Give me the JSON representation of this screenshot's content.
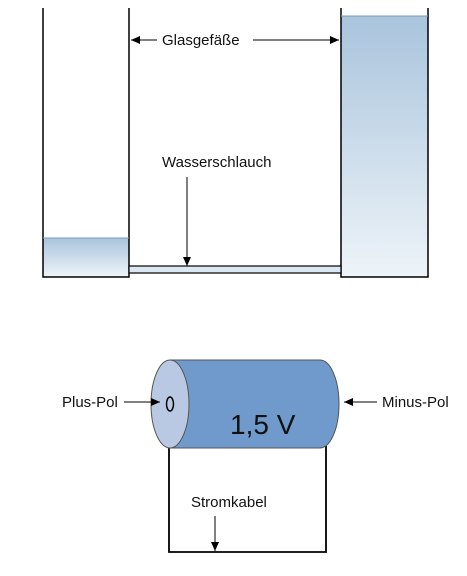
{
  "labels": {
    "glass_vessels": "Glasgefäße",
    "water_hose": "Wasserschlauch",
    "plus_pole": "Plus-Pol",
    "minus_pole": "Minus-Pol",
    "voltage": "1,5 V",
    "power_cable": "Stromkabel"
  },
  "colors": {
    "water_top": "#a9c4dc",
    "water_bottom": "#eef4f9",
    "battery_body": "#6f9acb",
    "battery_end_cap": "#b9c9e3",
    "lines": "#000000"
  }
}
